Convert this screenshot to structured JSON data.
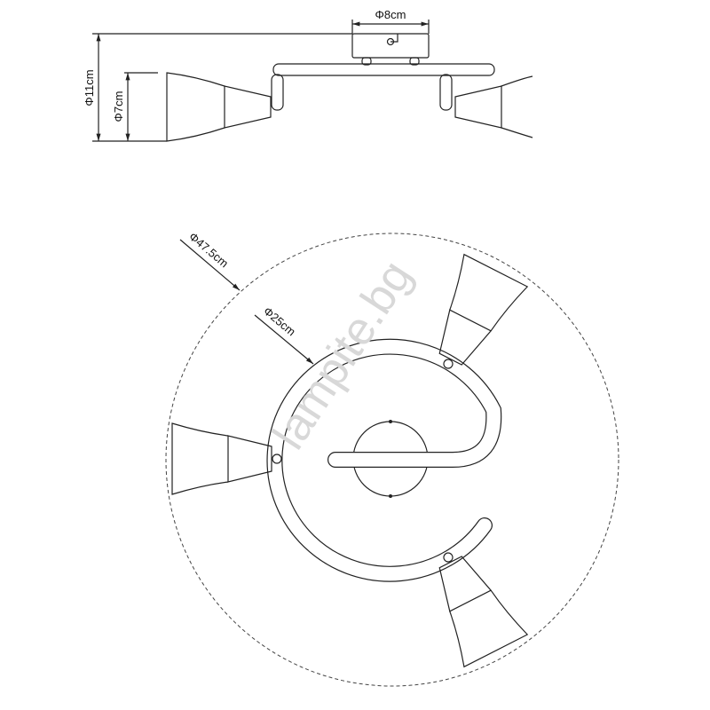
{
  "title": "Ceiling spotlight dimension drawing",
  "dimensions": {
    "plate_diameter": "Φ8cm",
    "total_height": "Φ11cm",
    "shade_diameter": "Φ7cm",
    "outer_diameter": "Φ47.5cm",
    "spiral_diameter": "Φ25cm"
  },
  "watermark": "lampite.bg"
}
